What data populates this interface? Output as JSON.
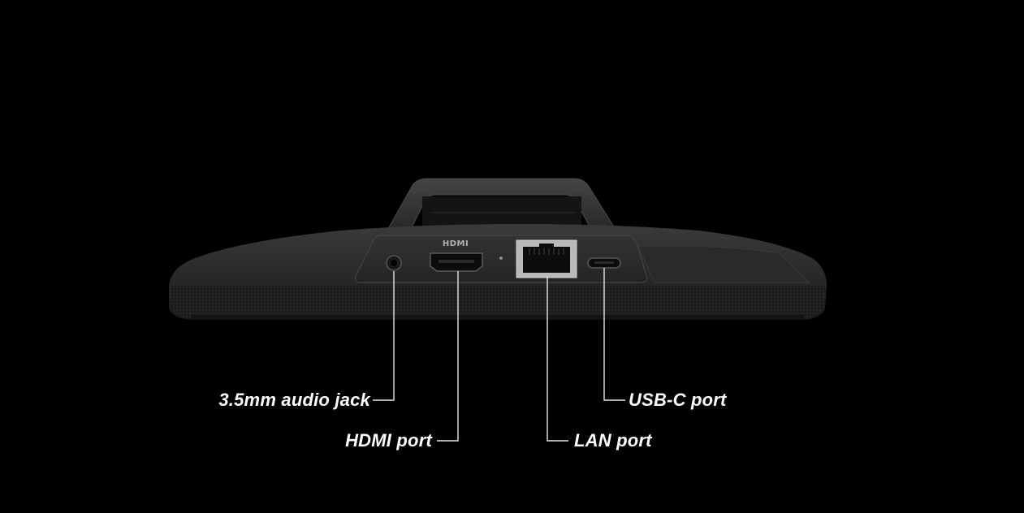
{
  "device": {
    "hdmi_logo_text": "HDMI",
    "colors": {
      "background": "#000000",
      "body": "#2b2b2b",
      "body_dark": "#1a1a1a",
      "callout_line": "#e6e6e6",
      "lan_port_metal": "#b9b9b9",
      "label_text": "#ffffff"
    }
  },
  "callouts": {
    "audio_jack": "3.5mm audio jack",
    "hdmi_port": "HDMI port",
    "lan_port": "LAN port",
    "usbc_port": "USB-C port"
  }
}
